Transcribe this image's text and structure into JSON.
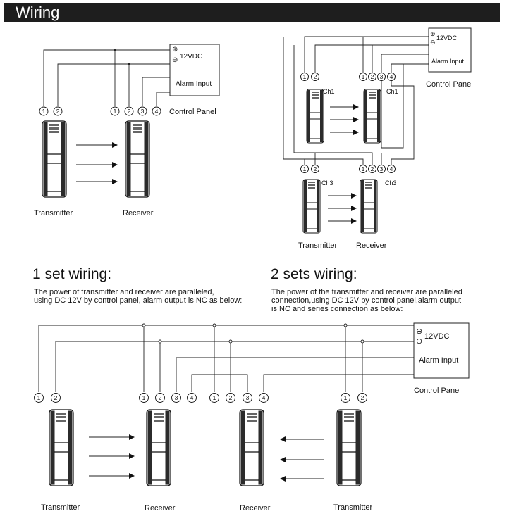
{
  "header": {
    "title": "Wiring"
  },
  "one_set": {
    "heading": "1 set wiring:",
    "description_line1": "The power of transmitter and receiver are paralleled,",
    "description_line2": "using DC 12V by control panel, alarm output is NC as below:",
    "panel": {
      "power": "12VDC",
      "alarm": "Alarm Input",
      "label": "Control Panel"
    },
    "labels": {
      "transmitter": "Transmitter",
      "receiver": "Receiver"
    }
  },
  "two_sets": {
    "heading": "2 sets wiring:",
    "description_line1": "The power of the transmitter and receiver are paralleled",
    "description_line2": "connection,using DC 12V by control panel,alarm output",
    "description_line3": "is NC and series connection  as below:",
    "panel": {
      "power": "12VDC",
      "alarm": "Alarm Input",
      "label": "Control Panel"
    },
    "channel_top": "Ch1",
    "channel_bottom": "Ch3",
    "labels": {
      "transmitter": "Transmitter",
      "receiver": "Receiver"
    }
  },
  "series": {
    "panel": {
      "power": "12VDC",
      "alarm": "Alarm Input",
      "label": "Control Panel"
    },
    "labels": {
      "transmitter_left": "Transmitter",
      "receiver_left": "Receiver",
      "receiver_right": "Receiver",
      "transmitter_right": "Transmitter"
    }
  },
  "terminals": [
    "1",
    "2",
    "3",
    "4"
  ],
  "symbols": {
    "plus": "⊕",
    "minus": "⊖"
  },
  "colors": {
    "header_bg": "#1e1e1e",
    "line": "#222222"
  }
}
